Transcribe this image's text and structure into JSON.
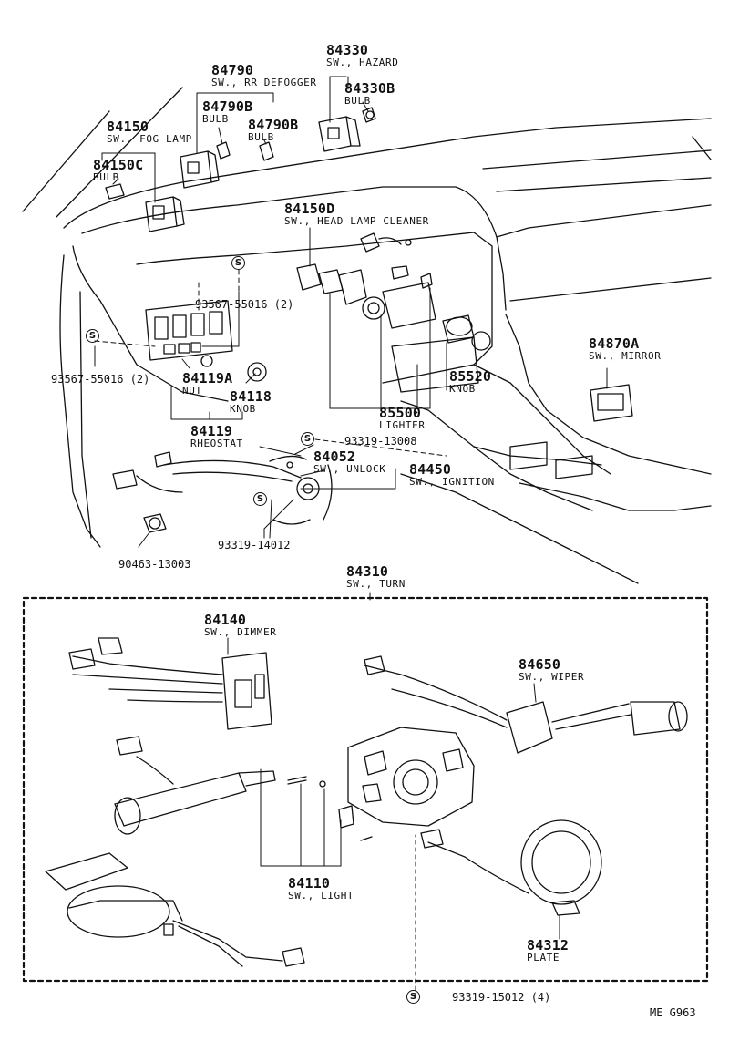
{
  "figure_code": "ME  G963",
  "callouts": [
    {
      "id": "84330",
      "part": "84330",
      "desc": "SW., HAZARD"
    },
    {
      "id": "84330b",
      "part": "84330B",
      "desc": "BULB"
    },
    {
      "id": "84790",
      "part": "84790",
      "desc": "SW., RR DEFOGGER"
    },
    {
      "id": "84790b1",
      "part": "84790B",
      "desc": "BULB"
    },
    {
      "id": "84790b2",
      "part": "84790B",
      "desc": "BULB"
    },
    {
      "id": "84150",
      "part": "84150",
      "desc": "SW., FOG LAMP"
    },
    {
      "id": "84150c",
      "part": "84150C",
      "desc": "BULB"
    },
    {
      "id": "84150d",
      "part": "84150D",
      "desc": "SW., HEAD LAMP CLEANER"
    },
    {
      "id": "84870a",
      "part": "84870A",
      "desc": "SW., MIRROR"
    },
    {
      "id": "84119a",
      "part": "84119A",
      "desc": "NUT"
    },
    {
      "id": "84118",
      "part": "84118",
      "desc": "KNOB"
    },
    {
      "id": "85520",
      "part": "85520",
      "desc": "KNOB"
    },
    {
      "id": "85500",
      "part": "85500",
      "desc": "LIGHTER"
    },
    {
      "id": "84119",
      "part": "84119",
      "desc": "RHEOSTAT"
    },
    {
      "id": "84052",
      "part": "84052",
      "desc": "SW., UNLOCK"
    },
    {
      "id": "84450",
      "part": "84450",
      "desc": "SW., IGNITION"
    },
    {
      "id": "84310",
      "part": "84310",
      "desc": "SW., TURN"
    },
    {
      "id": "84140",
      "part": "84140",
      "desc": "SW., DIMMER"
    },
    {
      "id": "84650",
      "part": "84650",
      "desc": "SW., WIPER"
    },
    {
      "id": "84110",
      "part": "84110",
      "desc": "SW., LIGHT"
    },
    {
      "id": "84312",
      "part": "84312",
      "desc": "PLATE"
    }
  ],
  "hardware": {
    "screw_a": "93567-55016 (2)",
    "screw_b": "93567-55016 (2)",
    "screw_c": "93319-13008",
    "screw_d": "93319-14012",
    "clip": "90463-13003",
    "screw_e": "93319-15012 (4)",
    "s_symbol": "S"
  }
}
